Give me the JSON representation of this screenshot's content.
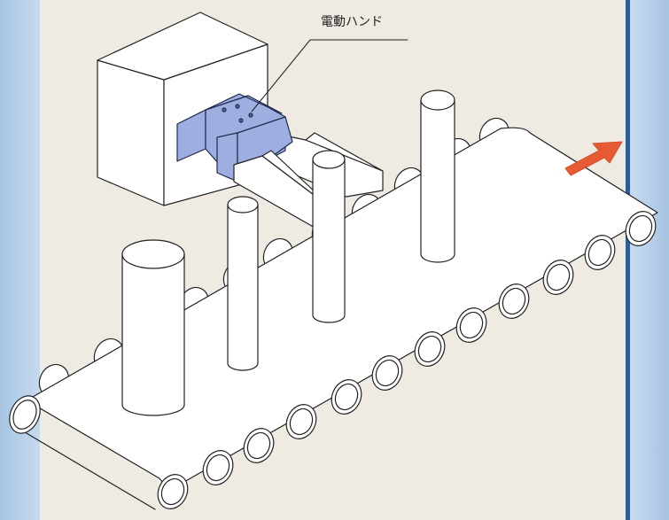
{
  "callout": {
    "label": "電動ハンド",
    "target": "electric-gripper"
  },
  "colors": {
    "background": "#efebe2",
    "side_bar_blue": "#a9c6e4",
    "side_bar_border": "#2d5c9a",
    "gripper": "#9eaee0",
    "arrow": "#e85a34",
    "line": "#222222"
  },
  "icons": {
    "direction": "arrow-up-right"
  }
}
